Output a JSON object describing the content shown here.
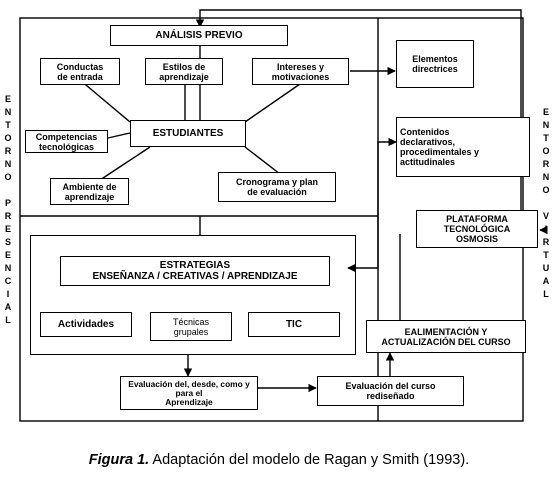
{
  "boxes": {
    "analisis_previo": "ANÁLISIS PREVIO",
    "conductas": "Conductas\nde entrada",
    "estilos": "Estilos de\naprendizaje",
    "intereses": "Intereses y\nmotivaciones",
    "elementos": "Elementos\ndirectrices",
    "estudiantes": "ESTUDIANTES",
    "competencias": "Competencias\ntecnológicas",
    "ambiente": "Ambiente de\naprendizaje",
    "cronograma": "Cronograma y plan\nde evaluación",
    "contenidos": "Contenidos\ndeclarativos,\nprocedimentales y\nactitudinales",
    "plataforma": "PLATAFORMA\nTECNOLÓGICA\nOSMOSIS",
    "estrategias": "ESTRATEGIAS\nENSEÑANZA / CREATIVAS / APRENDIZAJE",
    "actividades": "Actividades",
    "tecnicas": "Técnicas\ngrupales",
    "tic": "TIC",
    "evaluacion_aprendizaje": "Evaluación del, desde, como y\npara el\nAprendizaje",
    "evaluacion_curso": "Evaluación del curso\nrediseñado",
    "realimentacion": "EALIMENTACIÓN Y\nACTUALIZACIÓN DEL CURSO"
  },
  "side_labels": {
    "left": "ENTORNO PRESENCIAL",
    "right": "ENTORNO VIRTUAL"
  },
  "caption": {
    "label": "Figura 1.",
    "text": " Adaptación del modelo de Ragan y Smith (1993)."
  }
}
